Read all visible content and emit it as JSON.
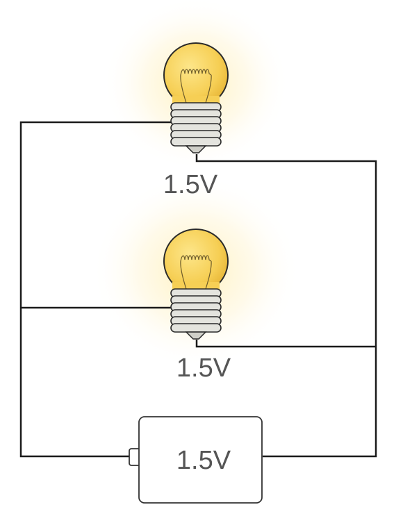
{
  "bulbs": [
    {
      "voltage_label": "1.5V",
      "lit": true
    },
    {
      "voltage_label": "1.5V",
      "lit": true
    }
  ],
  "battery": {
    "voltage_label": "1.5V"
  },
  "colors": {
    "wire": "#1a1a1a",
    "bulb_glass": "#f7d35f",
    "bulb_glow": "#fff3c4",
    "base_metal": "#e4e4de",
    "label_text": "#555555",
    "battery_outline": "#333333"
  },
  "icons": [
    "light-bulb-icon",
    "battery-icon"
  ]
}
